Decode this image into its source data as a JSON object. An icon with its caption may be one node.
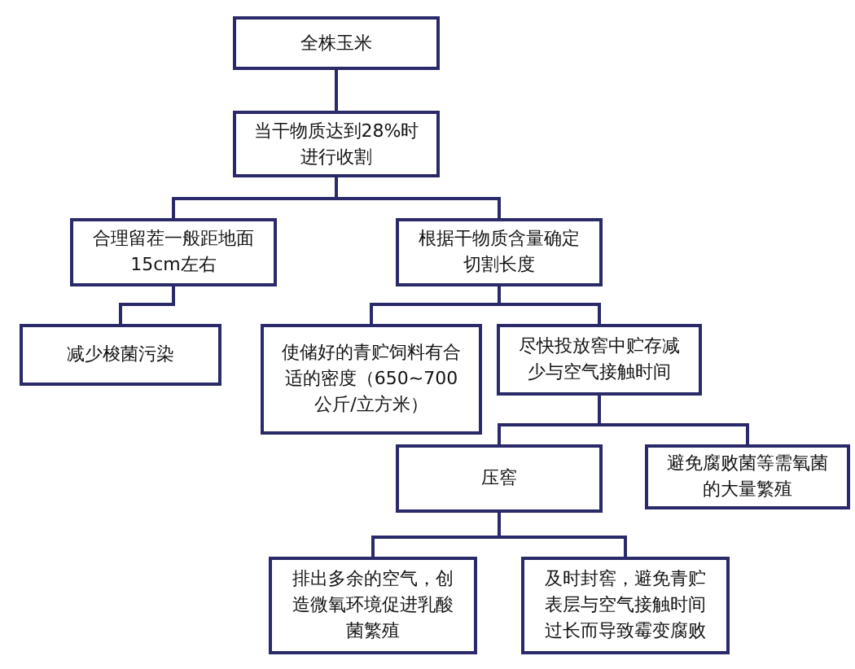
{
  "diagram": {
    "nodes": [
      {
        "text": [
          "全株玉米"
        ]
      },
      {
        "text": [
          "当干物质达到28%时进行收割"
        ]
      },
      {
        "text": [
          "合理留茬一般距地面15cm左右"
        ]
      },
      {
        "text": [
          "根据干物质含量确定切割长度"
        ]
      },
      {
        "text": [
          "减少梭菌污染"
        ]
      },
      {
        "text": [
          "使储好的青贮饲料有合适的密度（650~700公斤/立方米）"
        ]
      },
      {
        "text": [
          "尽快投放窖中贮存减少与空气接触时间"
        ]
      },
      {
        "text": [
          "压窖"
        ]
      },
      {
        "text": [
          "避免腐败菌等需氧菌的大量繁殖"
        ]
      },
      {
        "text": [
          "排出多余的空气，创造微氧环境促进乳酸菌繁殖"
        ]
      },
      {
        "text": [
          "及时封窖，避免青贮表层与空气接触时间过长而导致霉变腐败"
        ]
      }
    ],
    "edges": [
      {
        "from": 0,
        "to": 1,
        "arrow": "none"
      },
      {
        "from": 1,
        "to": 2,
        "arrow": "none"
      },
      {
        "from": 1,
        "to": 3,
        "arrow": "none"
      },
      {
        "from": 2,
        "to": 4,
        "arrow": "none"
      },
      {
        "from": 3,
        "to": 5,
        "arrow": "none"
      },
      {
        "from": 3,
        "to": 6,
        "arrow": "none"
      },
      {
        "from": 6,
        "to": 7,
        "arrow": "none"
      },
      {
        "from": 6,
        "to": 8,
        "arrow": "none"
      },
      {
        "from": 7,
        "to": 9,
        "arrow": "none"
      },
      {
        "from": 7,
        "to": 10,
        "arrow": "none"
      }
    ]
  }
}
